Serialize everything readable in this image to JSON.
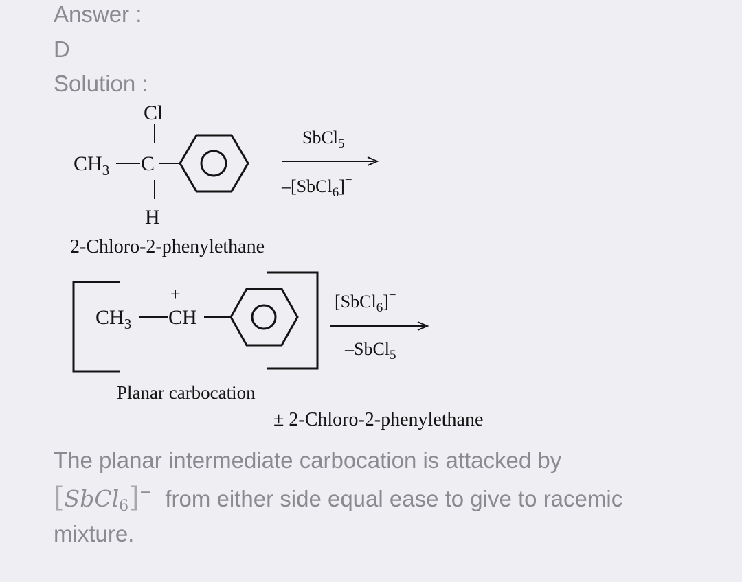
{
  "answer_label": "Answer :",
  "answer_value": "D",
  "solution_label": "Solution :",
  "reaction1": {
    "atom_cl": "Cl",
    "atom_c": "C",
    "atom_h": "H",
    "group_ch3": "CH",
    "sub_3": "3",
    "reagent_top_main": "SbCl",
    "reagent_top_sub": "5",
    "reagent_bottom_main": "–[SbCl",
    "reagent_bottom_sub": "6",
    "reagent_bottom_tail": "]",
    "reagent_bottom_sup": "−",
    "compound_name": "2-Chloro-2-phenylethane"
  },
  "reaction2": {
    "group_ch3": "CH",
    "sub_3": "3",
    "group_ch": "CH",
    "plus_sign": "+",
    "reagent_top_main": "[SbCl",
    "reagent_top_sub": "6",
    "reagent_top_tail": "]",
    "reagent_top_sup": "−",
    "reagent_bottom_main": "–SbCl",
    "reagent_bottom_sub": "5",
    "intermediate_name": "Planar carbocation",
    "product_name": "± 2-Chloro-2-phenylethane"
  },
  "explanation": {
    "line1": "The planar intermediate carbocation is attacked by",
    "math_open": "[",
    "math_base": "SbCl",
    "math_sub": "6",
    "math_close": "]",
    "math_sup": "−",
    "line2_rest": "from either side equal ease to give to racemic",
    "line3": "mixture."
  },
  "colors": {
    "background": "#eeeef3",
    "text": "#8a8a90",
    "ink": "#141414"
  }
}
